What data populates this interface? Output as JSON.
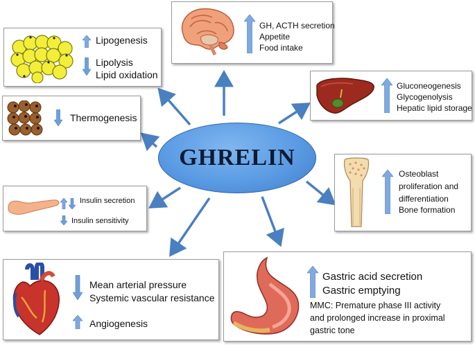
{
  "center_label": "GHRELIN",
  "colors": {
    "ellipse": "#5a9be3",
    "arrow": "#4a7fc1",
    "up_arrow": "#7fa9e0",
    "down_arrow": "#6f9fd9"
  },
  "nodes": {
    "adipose_white": {
      "icon": "white-adipocytes-icon",
      "up": [
        "Lipogenesis"
      ],
      "down": [
        "Lipolysis",
        "Lipid oxidation"
      ]
    },
    "adipose_brown": {
      "icon": "brown-adipocytes-icon",
      "down": [
        "Thermogenesis"
      ]
    },
    "pancreas": {
      "icon": "pancreas-icon",
      "updown": [
        "Insulin secretion"
      ],
      "down": [
        "Insulin sensitivity"
      ]
    },
    "heart": {
      "icon": "heart-icon",
      "down": [
        "Mean arterial pressure",
        "Systemic vascular resistance"
      ],
      "up": [
        "Angiogenesis"
      ]
    },
    "brain": {
      "icon": "brain-icon",
      "up": [
        "GH, ACTH secretion",
        "Appetite",
        "Food intake"
      ]
    },
    "liver": {
      "icon": "liver-icon",
      "up": [
        "Gluconeogenesis",
        "Glycogenolysis",
        "Hepatic lipid storage"
      ]
    },
    "bone": {
      "icon": "bone-icon",
      "up": [
        "Osteoblast",
        "proliferation and",
        "differentiation",
        "Bone formation"
      ]
    },
    "stomach": {
      "icon": "stomach-icon",
      "up": [
        "Gastric acid secretion",
        "Gastric emptying"
      ],
      "note": [
        "MMC: Premature phase III activity",
        "and prolonged increase in proximal",
        "gastric tone"
      ]
    }
  }
}
